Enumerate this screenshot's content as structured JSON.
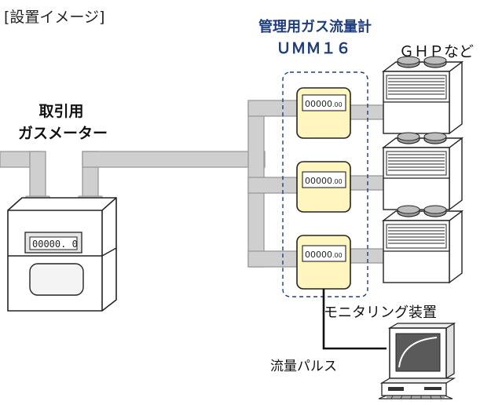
{
  "title": "[設置イメージ]",
  "gas_meter": {
    "label_line1": "取引用",
    "label_line2": "ガスメーター",
    "display": "00000. 0"
  },
  "flow_meter": {
    "label_line1": "管理用ガス流量計",
    "label_line2": "ＵＭＭ１６",
    "readings": [
      {
        "main": "00000",
        "dec": ".00"
      },
      {
        "main": "00000",
        "dec": ".00"
      },
      {
        "main": "00000",
        "dec": ".00"
      }
    ]
  },
  "ghp_label": "ＧＨＰなど",
  "monitor_label": "モニタリング装置",
  "pulse_label": "流量パルス",
  "colors": {
    "pipe_fill": "#cfcfcf",
    "pipe_edge": "#999999",
    "meter_yellow": "#fff6bf",
    "navy_label": "#1f3d7a",
    "dash_border": "#1f3d7a"
  }
}
